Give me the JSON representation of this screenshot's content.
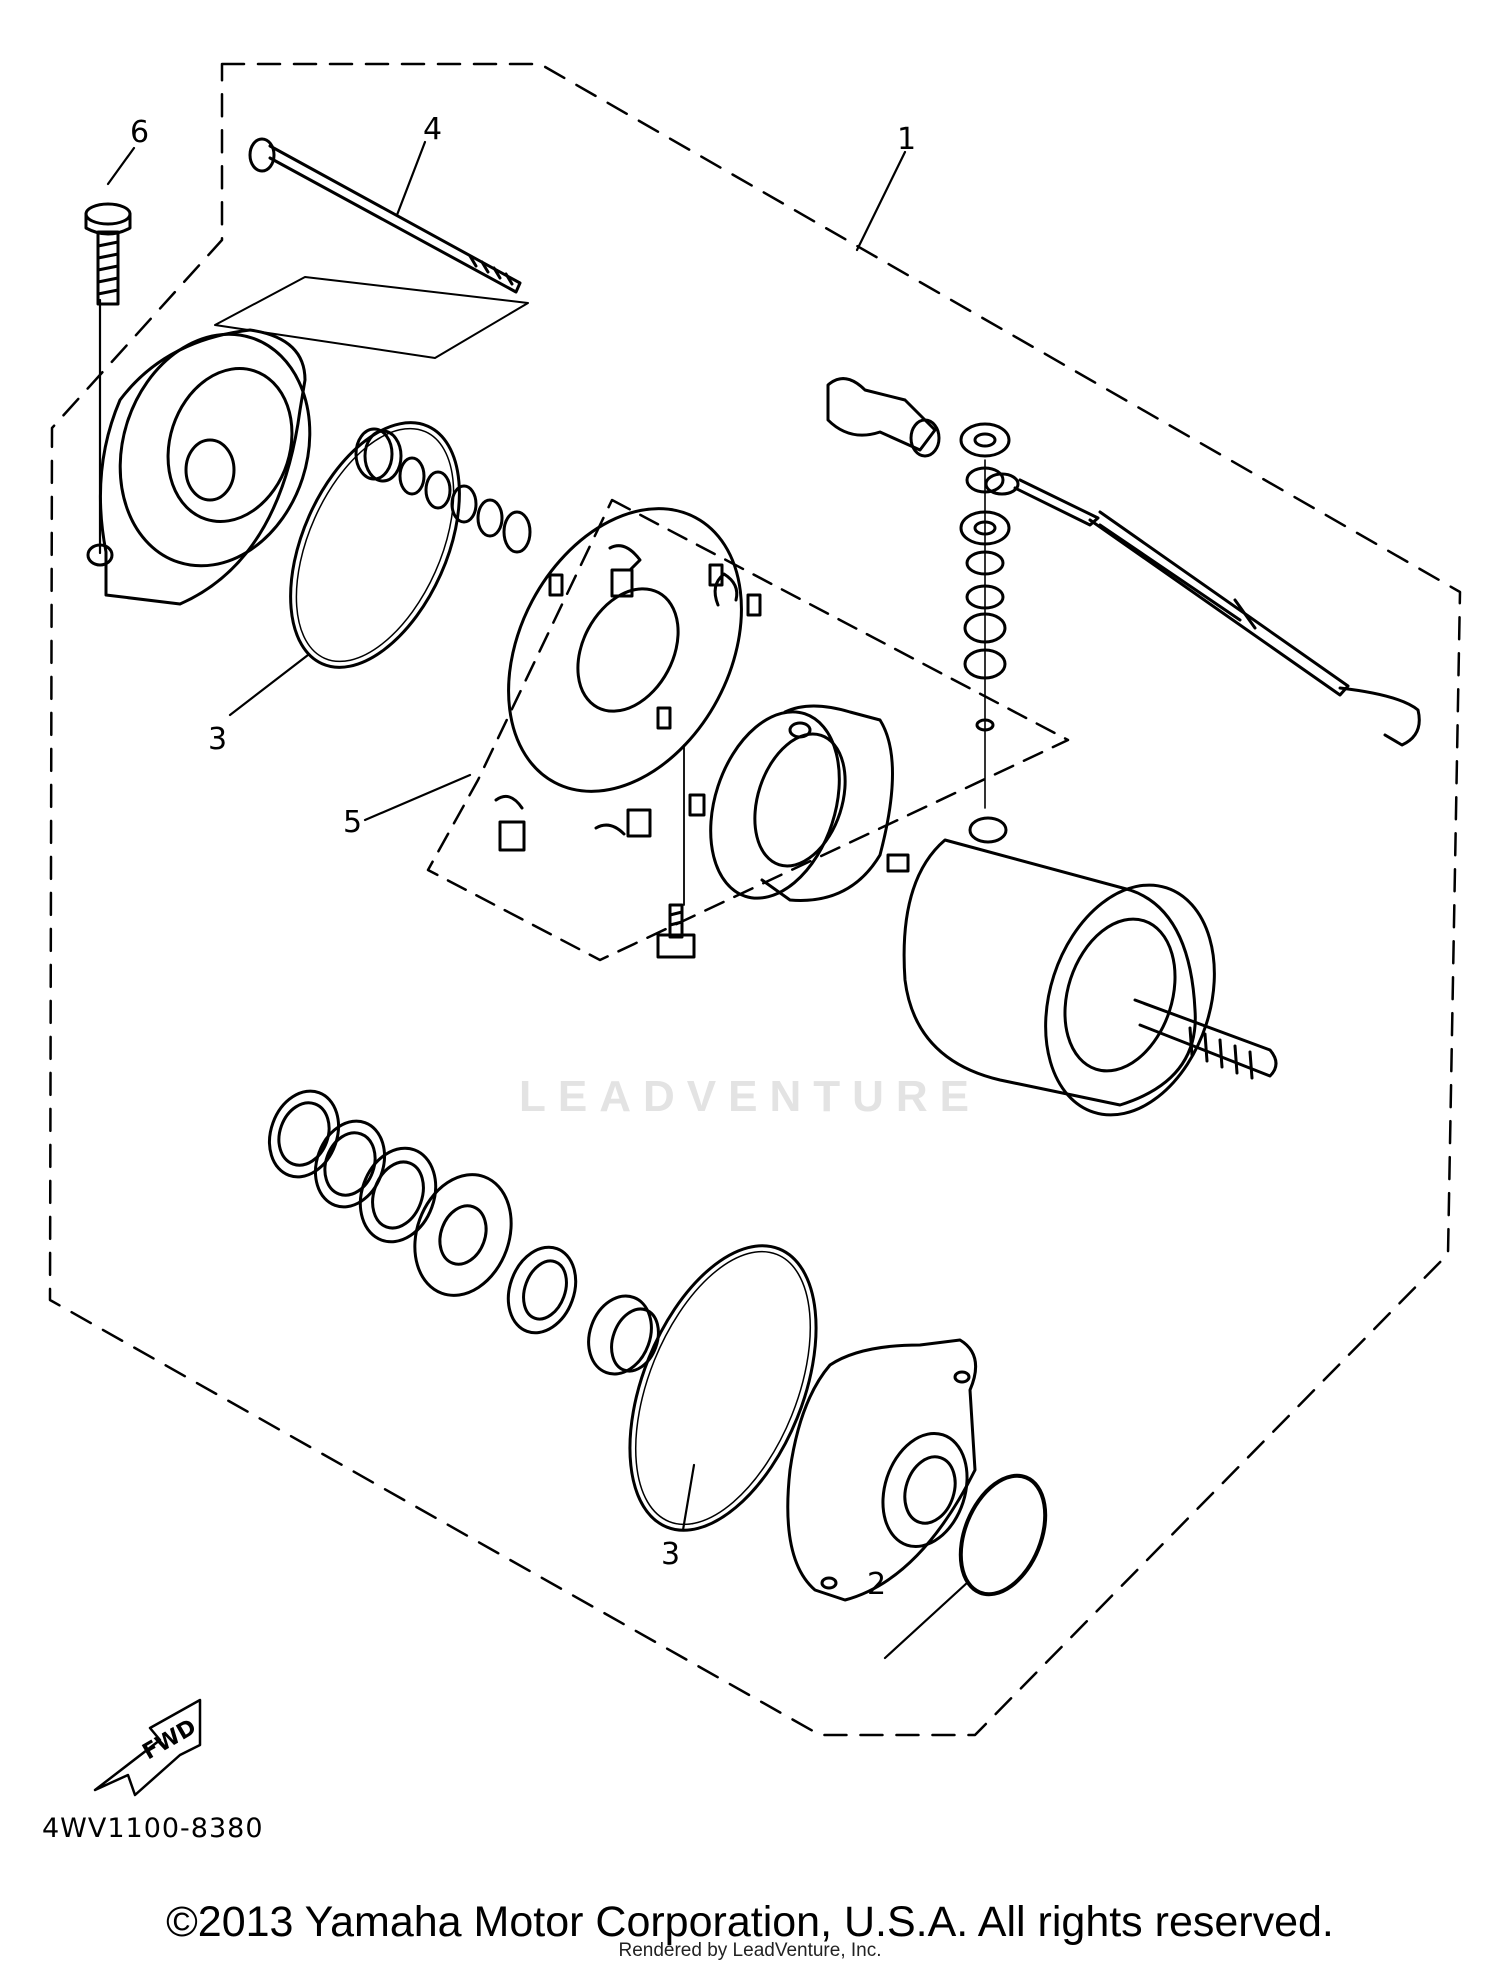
{
  "callouts": {
    "c1": "1",
    "c2": "2",
    "c3a": "3",
    "c3b": "3",
    "c4": "4",
    "c5": "5",
    "c6": "6"
  },
  "direction_arrow": {
    "label": "FWD"
  },
  "diagram_code": "4WV1100-8380",
  "watermark": "LEADVENTURE",
  "copyright": "©2013 Yamaha Motor Corporation, U.S.A. All rights reserved.",
  "rendered_by": "Rendered by LeadVenture, Inc."
}
